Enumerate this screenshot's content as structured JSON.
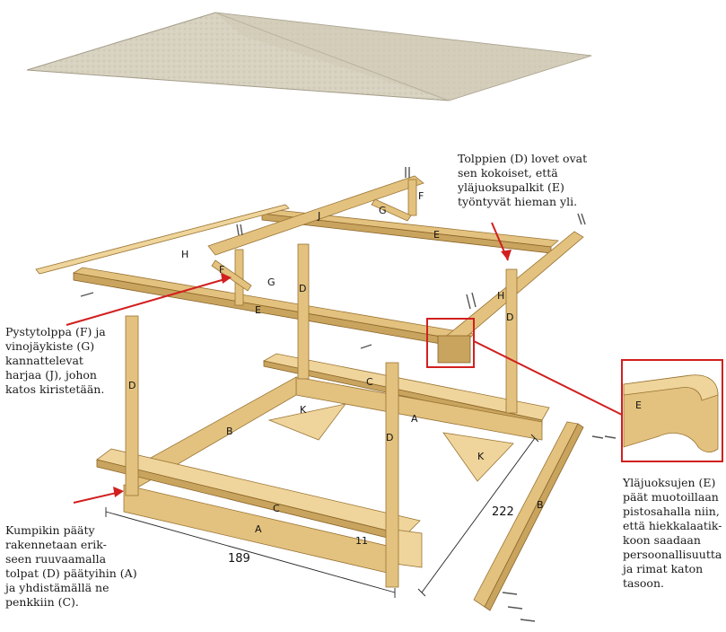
{
  "notes": {
    "top_right": "Tolppien (D) lovet ovat\nsen kokoiset, että\nyläjuoksupalkit (E)\ntyöntyvät hieman yli.",
    "left_middle": "Pystytolppa (F) ja\nvinojäykiste (G)\nkannattelevat\nharjaa (J), johon\nkatos kiristetään.",
    "left_bottom": "Kumpikin pääty\nrakennetaan erik-\nseen ruuvaamalla\ntolpat (D) päätyihin (A)\nja yhdistämällä ne\npenkkiin (C).",
    "right_bottom": "Yläjuoksujen (E)\npäät muotoillaan\npistosahalla niin,\nettä hiekkalaatik-\nkoon saadaan\npersoonallisuutta\nja rimat katon\ntasoon."
  },
  "parts": {
    "a1": "A",
    "a2": "A",
    "b1": "B",
    "b2": "B",
    "c1": "C",
    "c2": "C",
    "d1": "D",
    "d2": "D",
    "d3": "D",
    "d4": "D",
    "e1": "E",
    "e2": "E",
    "e_detail": "E",
    "f1": "F",
    "f2": "F",
    "g1": "G",
    "g2": "G",
    "h1": "H",
    "h2": "H",
    "j1": "J",
    "k1": "K",
    "k2": "K"
  },
  "dimensions": {
    "width": "189",
    "depth": "222",
    "small": "11"
  },
  "colors": {
    "callout_red": "#d21f1f",
    "wood": "#e3c27f",
    "canopy": "#d9d3c2"
  }
}
